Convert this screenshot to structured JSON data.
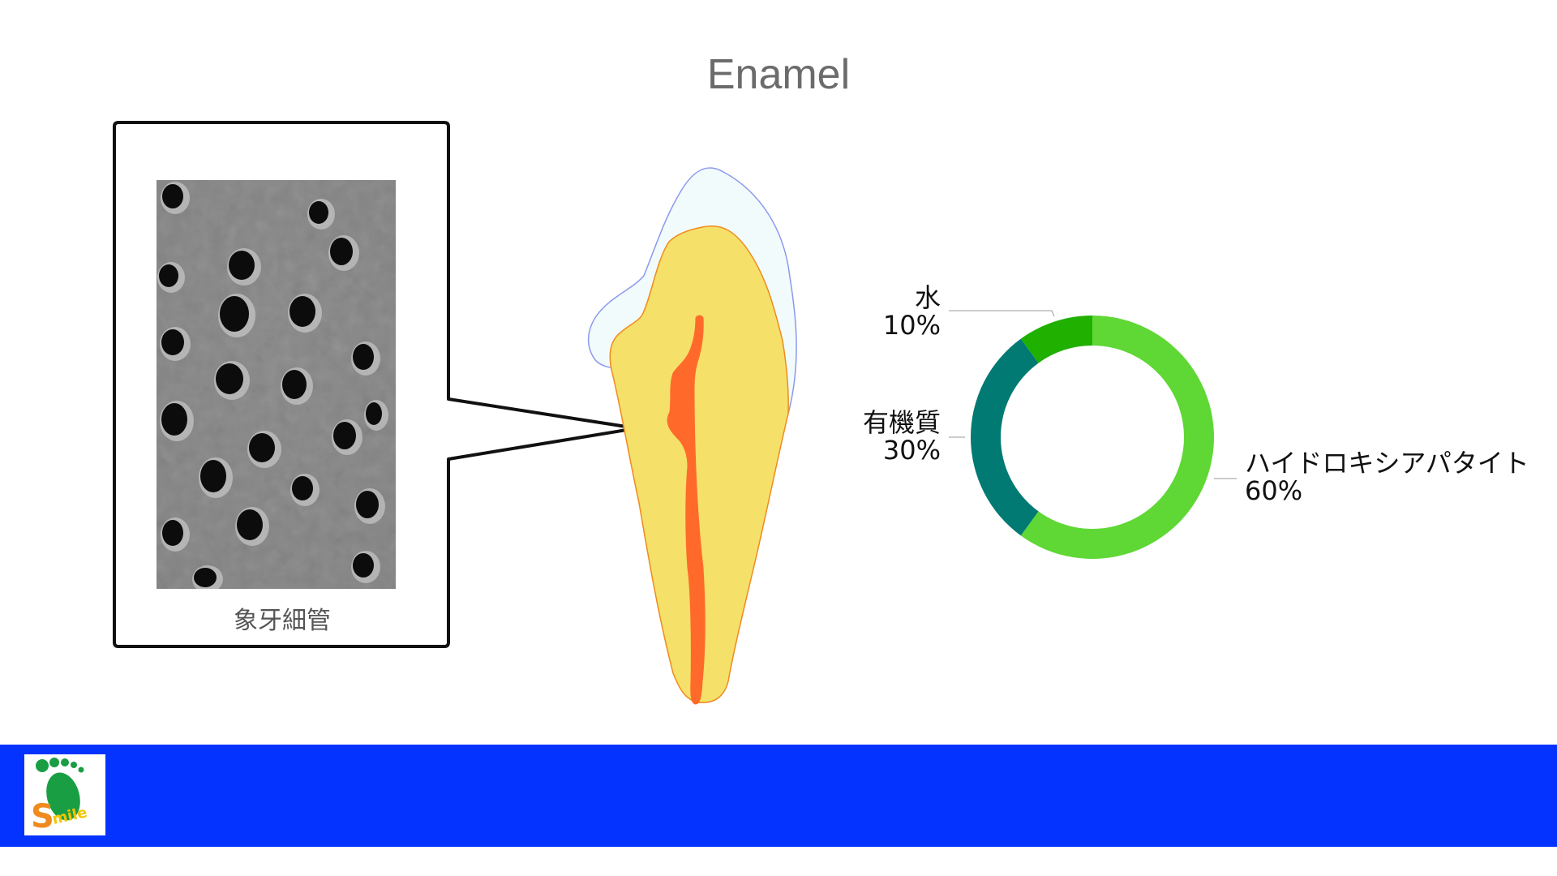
{
  "title": "Enamel",
  "callout": {
    "caption": "象牙細管",
    "image": "scanning-electron-micrograph-of-dentinal-tubules"
  },
  "tooth": {
    "colors": {
      "enamel": "#f2fbfb",
      "enamel_outline": "#8a99ee",
      "dentin": "#f5e06a",
      "dentin_outline": "#f08a1e",
      "pulp": "#ff6a2a"
    }
  },
  "chart_data": {
    "type": "pie",
    "donut": true,
    "categories": [
      "ハイドロキシアパタイト",
      "有機質",
      "水"
    ],
    "values": [
      60,
      30,
      10
    ],
    "value_labels": [
      "60%",
      "30%",
      "10%"
    ],
    "colors": [
      "#5fd735",
      "#007a72",
      "#1fb000"
    ]
  },
  "footer": {
    "color": "#0433ff",
    "logo": "smile-footprint-logo"
  }
}
